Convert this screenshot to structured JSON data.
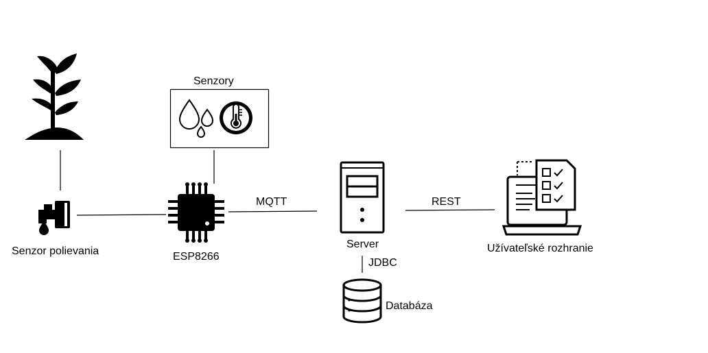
{
  "diagram": {
    "nodes": {
      "plant": {
        "icon": "plant-icon"
      },
      "sensors": {
        "label": "Senzory",
        "icons": [
          "water-drops-icon",
          "thermometer-icon"
        ]
      },
      "watering_sensor": {
        "label": "Senzor polievania",
        "icon": "water-tap-icon"
      },
      "microcontroller": {
        "label": "ESP8266",
        "icon": "microchip-icon"
      },
      "server": {
        "label": "Server",
        "icon": "server-tower-icon"
      },
      "database": {
        "label": "Databáza",
        "icon": "database-icon"
      },
      "ui": {
        "label": "Užívateľské rozhranie",
        "icon": "laptop-checklist-icon"
      }
    },
    "edges": [
      {
        "from": "plant",
        "to": "watering_sensor",
        "label": ""
      },
      {
        "from": "watering_sensor",
        "to": "microcontroller",
        "label": ""
      },
      {
        "from": "sensors",
        "to": "microcontroller",
        "label": ""
      },
      {
        "from": "microcontroller",
        "to": "server",
        "label": "MQTT"
      },
      {
        "from": "server",
        "to": "ui",
        "label": "REST"
      },
      {
        "from": "server",
        "to": "database",
        "label": "JDBC"
      }
    ]
  }
}
